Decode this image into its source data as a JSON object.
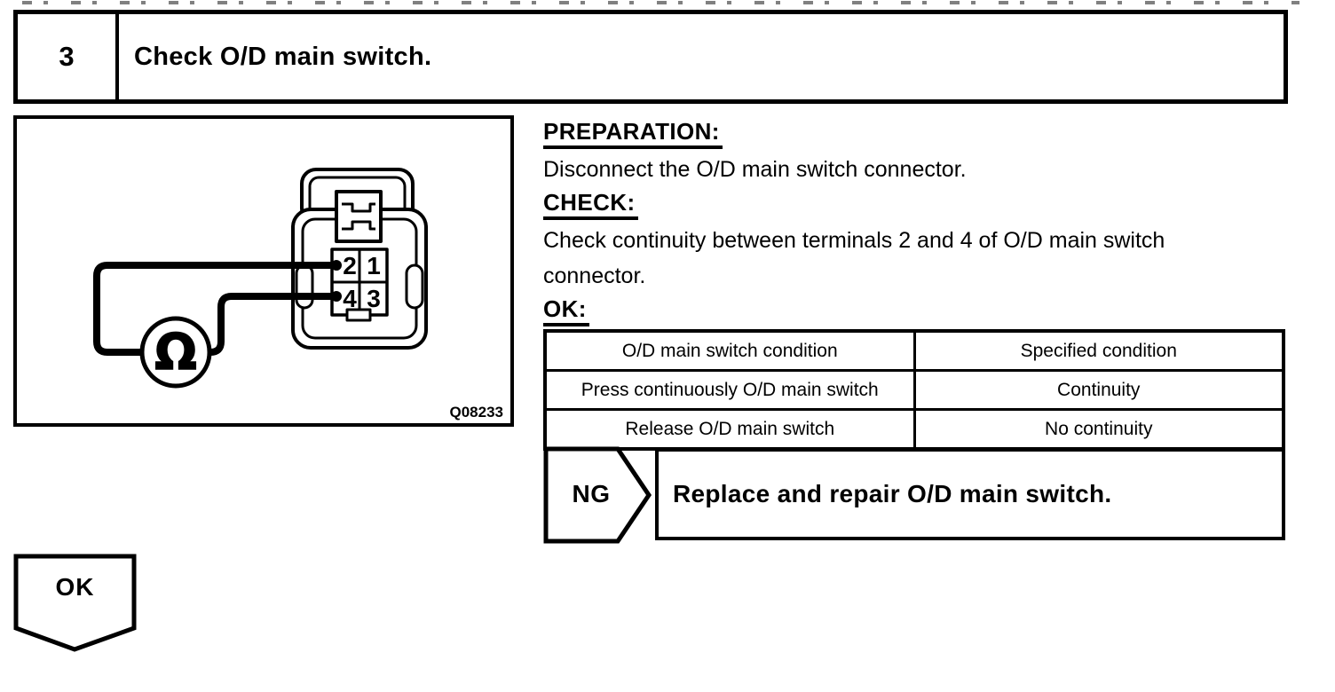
{
  "step": {
    "number": "3",
    "title": "Check O/D main switch."
  },
  "figure": {
    "code": "Q08233",
    "ohm_symbol": "Ω",
    "terminals": {
      "t2": "2",
      "t1": "1",
      "t4": "4",
      "t3": "3"
    }
  },
  "instructions": {
    "preparation_label": "PREPARATION:",
    "preparation_text": "Disconnect the O/D main switch connector.",
    "check_label": "CHECK:",
    "check_text_line1": "Check continuity between terminals 2 and 4 of O/D main switch",
    "check_text_line2": "connector.",
    "ok_label": "OK:"
  },
  "result_table": {
    "headers": [
      "O/D main switch condition",
      "Specified condition"
    ],
    "rows": [
      [
        "Press continuously O/D main switch",
        "Continuity"
      ],
      [
        "Release O/D main switch",
        "No continuity"
      ]
    ]
  },
  "ng": {
    "label": "NG",
    "action": "Replace and repair O/D main switch."
  },
  "ok": {
    "label": "OK"
  },
  "colors": {
    "ink": "#000000",
    "paper": "#ffffff"
  }
}
